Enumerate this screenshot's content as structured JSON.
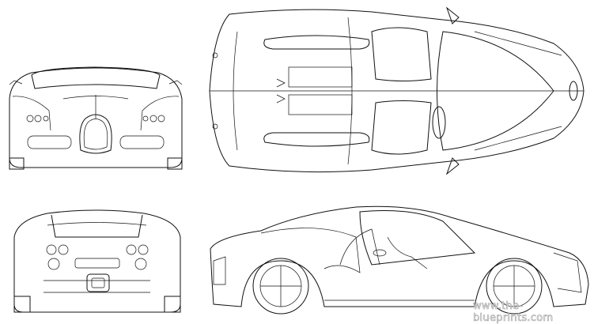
{
  "drawing": {
    "views": [
      "front",
      "top",
      "rear",
      "side"
    ],
    "line_color": "#111111",
    "background": "#ffffff"
  },
  "watermark": "www.the-blueprints.com"
}
